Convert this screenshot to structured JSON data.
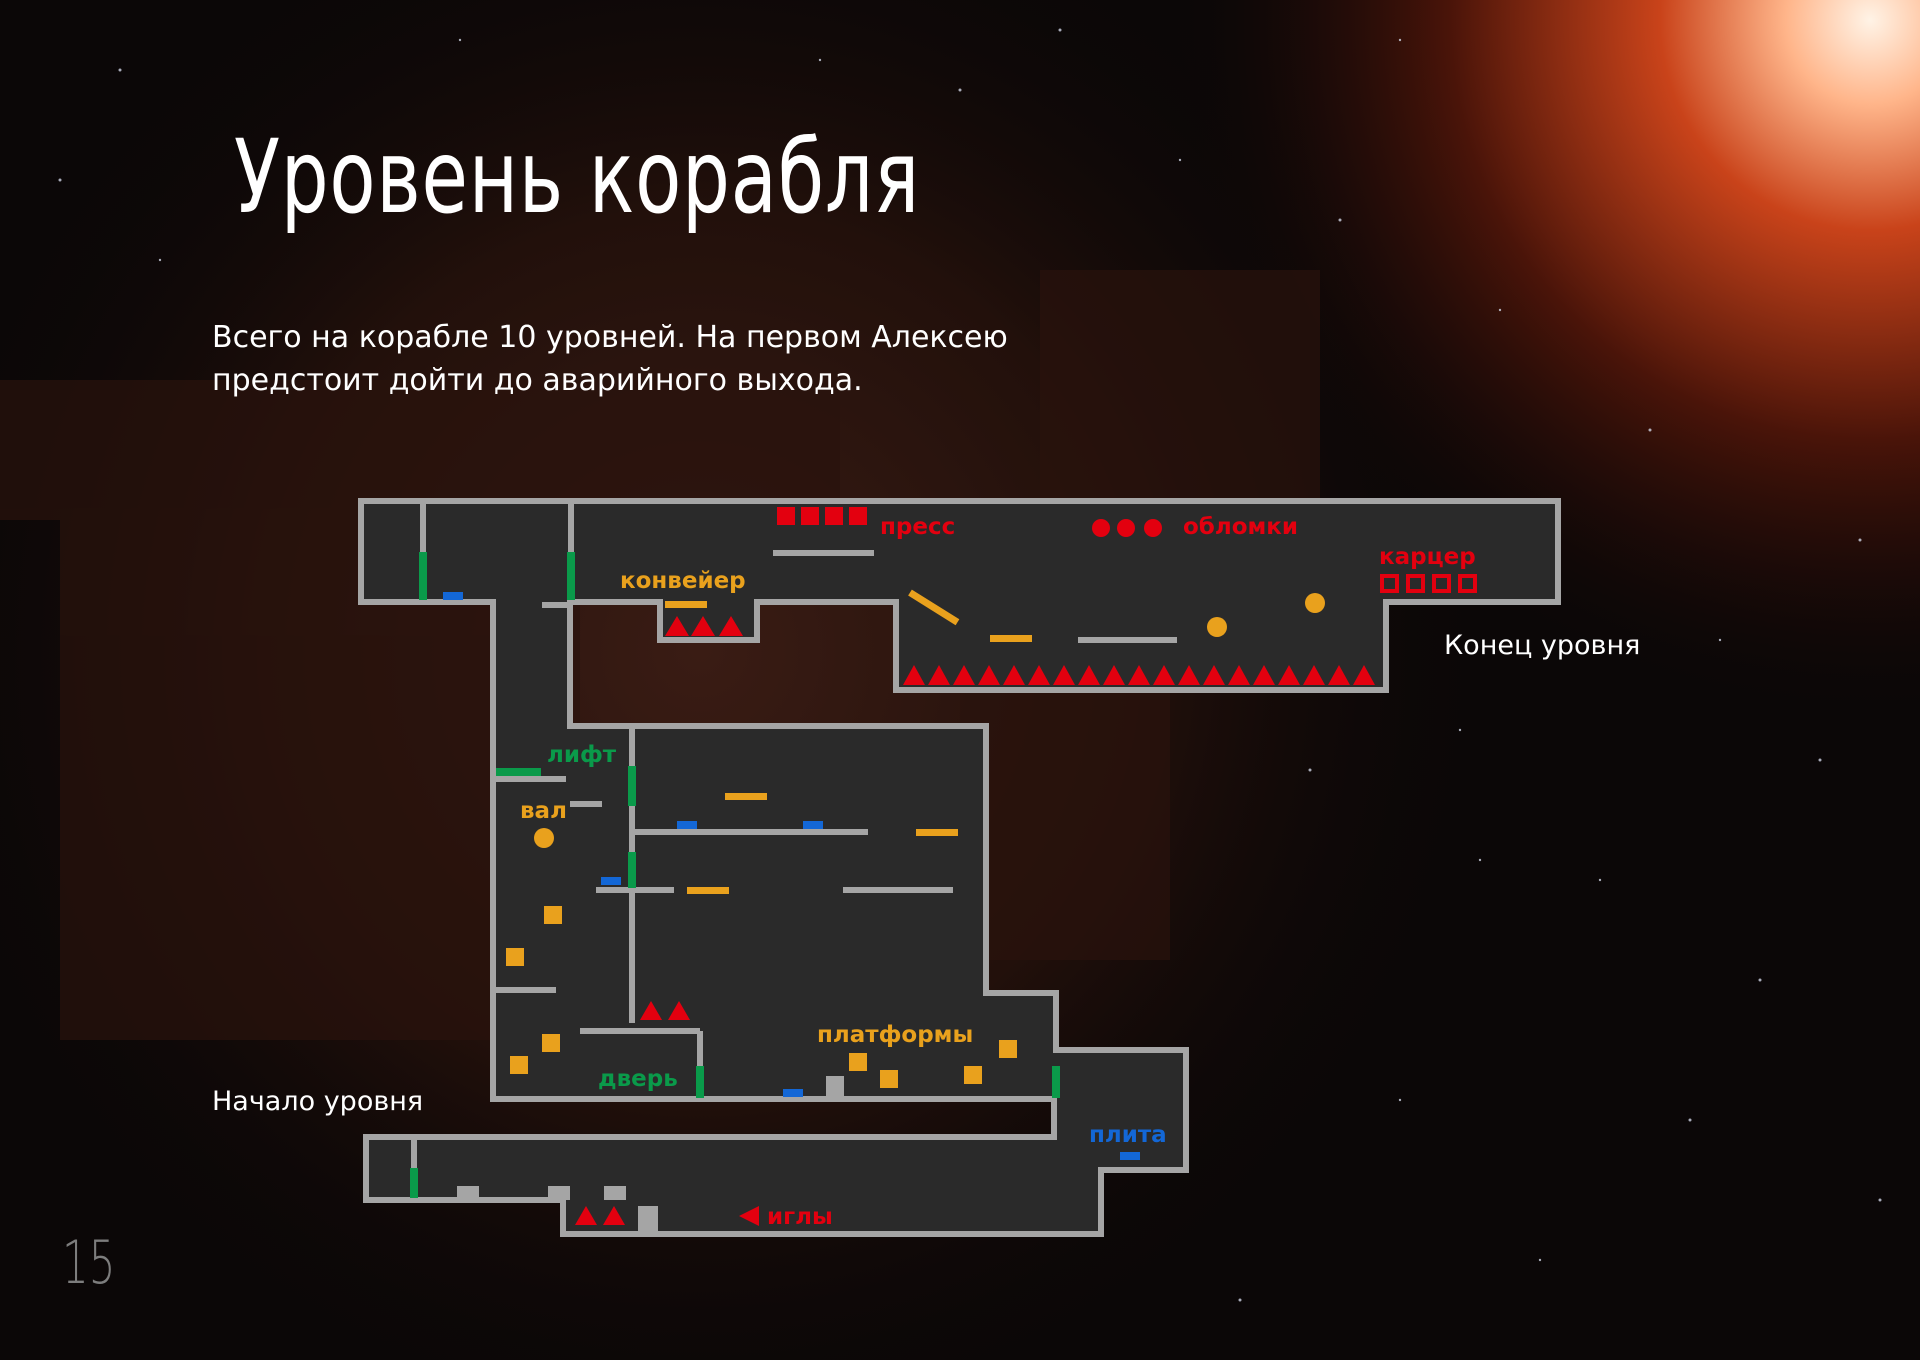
{
  "slide": {
    "title": "Уровень корабля",
    "intro_line1": "Всего на корабле 10 уровней. На первом Алексею",
    "intro_line2": "предстоит дойти до аварийного выхода.",
    "start_label": "Начало уровня",
    "end_label": "Конец уровня",
    "page_number": "15"
  },
  "legend": {
    "press": "пресс",
    "debris": "обломки",
    "cell": "карцер",
    "conveyor": "конвейер",
    "lift": "лифт",
    "shaft": "вал",
    "door": "дверь",
    "platforms": "платформы",
    "plate": "плита",
    "needles": "иглы"
  },
  "colors": {
    "hazard": "#e3000f",
    "movable": "#e9a11d",
    "door": "#0a9a4a",
    "plate": "#1367d6",
    "wall": "#a5a5a5",
    "floor": "#2a2a2a",
    "background": "#0b0707"
  }
}
